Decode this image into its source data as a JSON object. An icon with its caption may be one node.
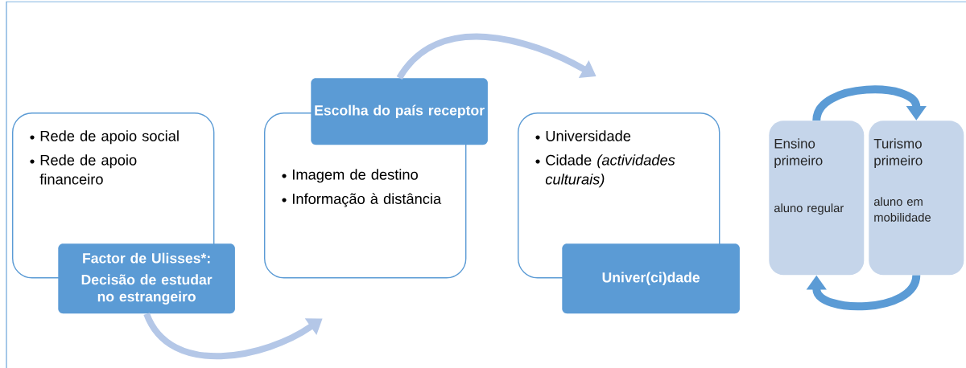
{
  "diagram": {
    "nodes": [
      {
        "text": [
          "Rede de apoio social",
          "Rede de apoio financeiro"
        ]
      },
      {
        "text": [
          "Factor de Ulisses*:",
          "Decisão de estudar no estrangeiro"
        ]
      },
      {
        "text": [
          "Imagem de destino",
          "Informação à distância"
        ]
      },
      {
        "text": [
          "Escolha do país receptor"
        ]
      },
      {
        "text": [
          "Universidade",
          "Cidade *(actividades culturais)*"
        ]
      },
      {
        "text": [
          "Univer(ci)dade"
        ]
      },
      {
        "text": [
          "Ensino primeiro",
          "aluno regular"
        ]
      },
      {
        "text": [
          "Turismo primeiro",
          "aluno em mobilidade"
        ]
      }
    ],
    "edges": [
      {
        "from": 1,
        "to": 2,
        "arrow": "to"
      },
      {
        "from": 3,
        "to": 4,
        "arrow": "to"
      },
      {
        "from": 6,
        "to": 7,
        "arrow": "to",
        "color": "#5b9bd5"
      },
      {
        "from": 7,
        "to": 6,
        "arrow": "to",
        "color": "#5b9bd5"
      }
    ]
  }
}
